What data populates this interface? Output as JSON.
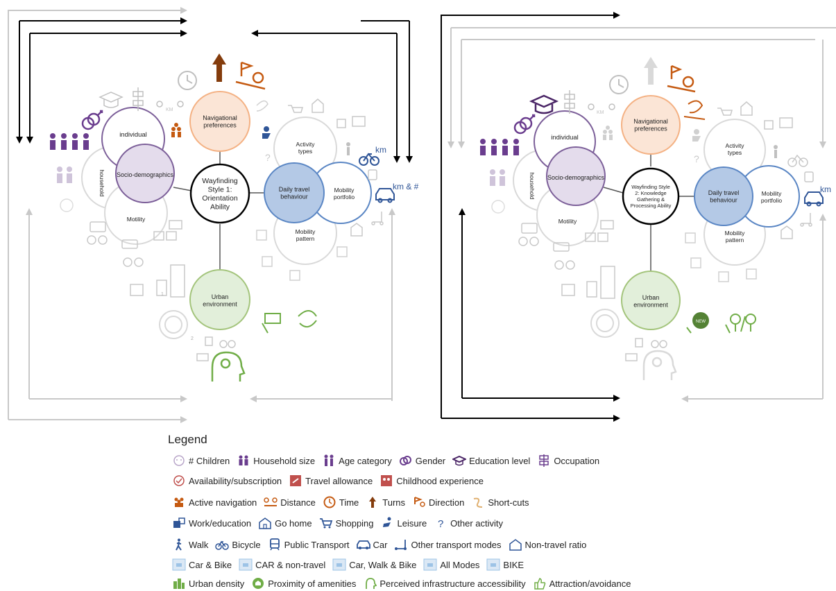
{
  "panel1": {
    "center": "Wayfinding Style 1: Orientation Ability",
    "nav": "Navigational preferences",
    "socio": "Socio-demographics",
    "individual": "individual",
    "household": "household",
    "motility": "Motility",
    "daily": "Daily travel behaviour",
    "activity": "Activity types",
    "portfolio": "Mobility portfolio",
    "pattern": "Mobility pattern",
    "urban": "Urban environment",
    "km": "km",
    "kmhash": "km & #"
  },
  "panel2": {
    "center": "Wayfinding Style 2: Knowledge Gathering & Processing Ability",
    "nav": "Navigational preferences",
    "socio": "Socio-demographics",
    "individual": "individual",
    "household": "household",
    "motility": "Motility",
    "daily": "Daily travel behaviour",
    "activity": "Activity types",
    "portfolio": "Mobility portfolio",
    "pattern": "Mobility pattern",
    "urban": "Urban environment",
    "km": "km"
  },
  "legend": {
    "title": "Legend",
    "rows": [
      [
        {
          "label": "# Children",
          "icon": "children-icon",
          "color": "#b9a6c9"
        },
        {
          "label": "Household size",
          "icon": "household-size-icon",
          "color": "#6a3d8e"
        },
        {
          "label": "Age category",
          "icon": "age-category-icon",
          "color": "#6a3d8e"
        },
        {
          "label": "Gender",
          "icon": "gender-icon",
          "color": "#6a3d8e"
        },
        {
          "label": "Education level",
          "icon": "education-icon",
          "color": "#4a2566"
        },
        {
          "label": "Occupation",
          "icon": "occupation-icon",
          "color": "#6a3d8e"
        }
      ],
      [
        {
          "label": "Availability/subscription",
          "icon": "check-circle-icon",
          "color": "#c0504d"
        },
        {
          "label": "Travel allowance",
          "icon": "travel-allowance-icon",
          "color": "#c0504d"
        },
        {
          "label": "Childhood experience",
          "icon": "childhood-icon",
          "color": "#c0504d"
        }
      ],
      [
        {
          "label": "Active navigation",
          "icon": "active-navigation-icon",
          "color": "#c55a11"
        },
        {
          "label": "Distance",
          "icon": "distance-icon",
          "color": "#c55a11"
        },
        {
          "label": "Time",
          "icon": "clock-icon",
          "color": "#c55a11"
        },
        {
          "label": "Turns",
          "icon": "turns-icon",
          "color": "#843c0c"
        },
        {
          "label": "Direction",
          "icon": "direction-icon",
          "color": "#c55a11"
        },
        {
          "label": "Short-cuts",
          "icon": "shortcut-icon",
          "color": "#e0b070"
        }
      ],
      [
        {
          "label": "Work/education",
          "icon": "work-icon",
          "color": "#2f5597"
        },
        {
          "label": "Go home",
          "icon": "home-icon",
          "color": "#2f5597"
        },
        {
          "label": "Shopping",
          "icon": "cart-icon",
          "color": "#2f5597"
        },
        {
          "label": "Leisure",
          "icon": "leisure-icon",
          "color": "#2f5597"
        },
        {
          "label": "Other activity",
          "icon": "question-icon",
          "color": "#2f5597"
        }
      ],
      [
        {
          "label": "Walk",
          "icon": "walk-icon",
          "color": "#2f5597"
        },
        {
          "label": "Bicycle",
          "icon": "bicycle-icon",
          "color": "#2f5597"
        },
        {
          "label": "Public Transport",
          "icon": "transit-icon",
          "color": "#2f5597"
        },
        {
          "label": "Car",
          "icon": "car-icon",
          "color": "#2f5597"
        },
        {
          "label": "Other transport modes",
          "icon": "scooter-icon",
          "color": "#2f5597"
        },
        {
          "label": "Non-travel  ratio",
          "icon": "home-outline-icon",
          "color": "#2f5597"
        }
      ],
      [
        {
          "label": "Car & Bike",
          "icon": "car-bike-icon",
          "color": "#9dc3e6"
        },
        {
          "label": "CAR & non-travel",
          "icon": "car-nontravel-icon",
          "color": "#9dc3e6"
        },
        {
          "label": "Car, Walk & Bike",
          "icon": "car-walk-bike-icon",
          "color": "#9dc3e6"
        },
        {
          "label": "All Modes",
          "icon": "all-modes-icon",
          "color": "#9dc3e6"
        },
        {
          "label": "BIKE",
          "icon": "bike-box-icon",
          "color": "#9dc3e6"
        }
      ],
      [
        {
          "label": "Urban density",
          "icon": "urban-density-icon",
          "color": "#70ad47"
        },
        {
          "label": "Proximity of amenities",
          "icon": "proximity-icon",
          "color": "#70ad47"
        },
        {
          "label": "Perceived infrastructure accessibility",
          "icon": "perceived-icon",
          "color": "#70ad47"
        },
        {
          "label": "Attraction/avoidance",
          "icon": "thumb-icon",
          "color": "#70ad47"
        }
      ]
    ]
  },
  "colors": {
    "orange": "#f4b183",
    "orange_fill": "#fbe5d6",
    "purple": "#7c5f99",
    "purple_fill": "#e4dcec",
    "blue": "#5a86c4",
    "blue_fill": "#b4c9e6",
    "green": "#a3c47b",
    "green_fill": "#e2efda",
    "arrow_dark": "#000000",
    "arrow_light": "#bfbfbf"
  }
}
